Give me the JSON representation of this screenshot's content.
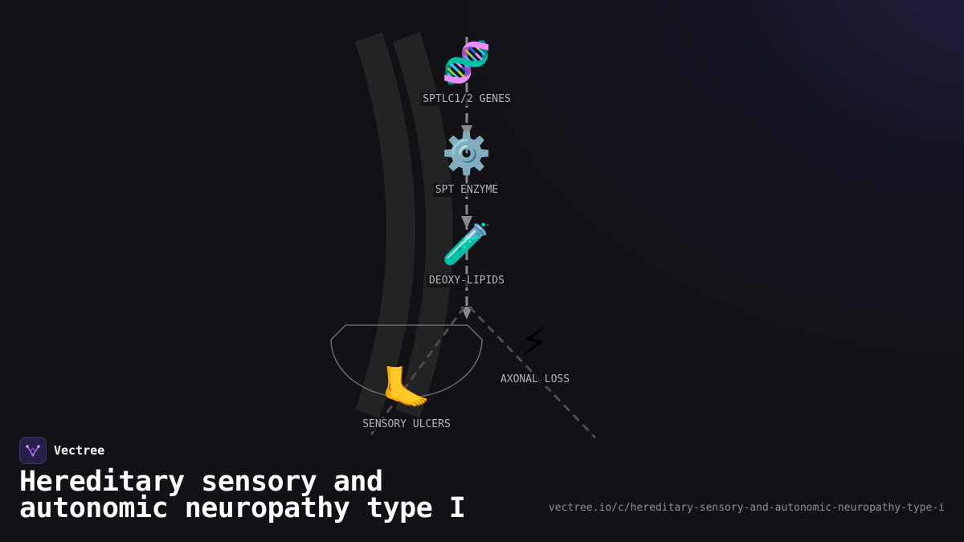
{
  "brand": {
    "name": "Vectree",
    "accent": "#b06de8"
  },
  "title": "Hereditary sensory and autonomic neuropathy type I",
  "url": "vectree.io/c/hereditary-sensory-and-autonomic-neuropathy-type-i",
  "nodes": [
    {
      "id": "genes",
      "icon": "dna-icon",
      "glyph": "🧬",
      "label": "SPTLC1/2 GENES"
    },
    {
      "id": "enzyme",
      "icon": "gear-icon",
      "glyph": "⚙️",
      "label": "SPT ENZYME"
    },
    {
      "id": "lipids",
      "icon": "test-tube-icon",
      "glyph": "🧪",
      "label": "DEOXY-LIPIDS"
    },
    {
      "id": "axonal",
      "icon": "lightning-icon",
      "glyph": "⚡",
      "label": "AXONAL LOSS"
    },
    {
      "id": "ulcers",
      "icon": "foot-icon",
      "glyph": "🦶",
      "label": "SENSORY ULCERS"
    }
  ],
  "colors": {
    "background": "#111116",
    "line": "#8a8a8a",
    "label": "#b4b4b8"
  }
}
